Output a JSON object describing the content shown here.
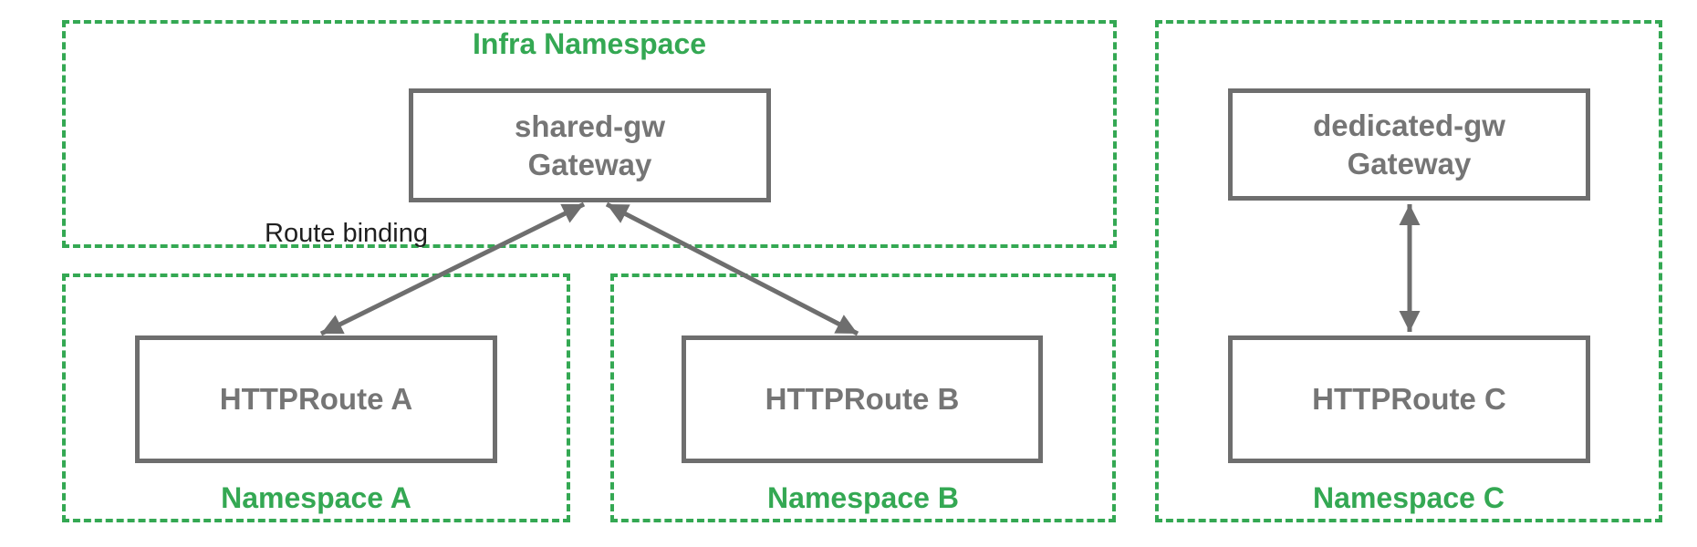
{
  "namespaces": {
    "infra": {
      "label": "Infra Namespace"
    },
    "a": {
      "label": "Namespace A"
    },
    "b": {
      "label": "Namespace B"
    },
    "c": {
      "label": "Namespace C"
    }
  },
  "nodes": {
    "shared_gw": {
      "label": "shared-gw\nGateway"
    },
    "httproute_a": {
      "label": "HTTPRoute A"
    },
    "httproute_b": {
      "label": "HTTPRoute B"
    },
    "dedicated_gw": {
      "label": "dedicated-gw\nGateway"
    },
    "httproute_c": {
      "label": "HTTPRoute C"
    }
  },
  "annotations": {
    "route_binding": "Route binding"
  },
  "edges": [
    {
      "from": "HTTPRoute A",
      "to": "shared-gw Gateway",
      "style": "double-headed-arrow",
      "label": "Route binding"
    },
    {
      "from": "HTTPRoute B",
      "to": "shared-gw Gateway",
      "style": "double-headed-arrow",
      "label": ""
    },
    {
      "from": "HTTPRoute C",
      "to": "dedicated-gw Gateway",
      "style": "double-headed-arrow",
      "label": ""
    }
  ],
  "colors": {
    "namespace_green": "#34A853",
    "node_border_gray": "#6E6E6E",
    "node_text_gray": "#757575",
    "annotation_black": "#1F1F1F",
    "background": "#FFFFFF"
  }
}
